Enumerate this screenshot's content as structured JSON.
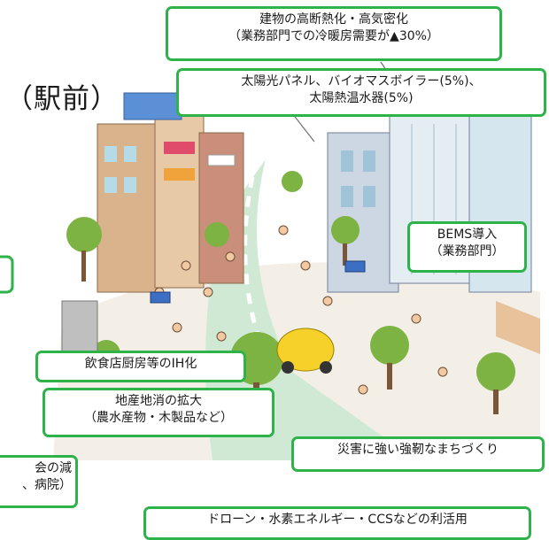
{
  "station_label": "（駅前）",
  "callouts": {
    "insulation": {
      "line1": "建物の高断熱化・高気密化",
      "line2": "（業務部門での冷暖房需要が▲30%）"
    },
    "solar": {
      "line1": "太陽光パネル、バイオマスボイラー(5%)、",
      "line2": "太陽熱温水器(5%)"
    },
    "bems": {
      "line1": "BEMS導入",
      "line2": "（業務部門）"
    },
    "ih": {
      "line1": "飲食店厨房等のIH化"
    },
    "local": {
      "line1": "地産地消の拡大",
      "line2": "（農水産物・木製品など）"
    },
    "disaster": {
      "line1": "災害に強い強靭なまちづくり"
    },
    "drone": {
      "line1": "ドローン・水素エネルギー・CCSなどの利活用"
    },
    "partial_left": {
      "line1": "会の減",
      "line2": "、病院）"
    }
  },
  "colors": {
    "callout_border": "#2eb24a",
    "sky": "#ffffff",
    "road": "#c9e7d2",
    "trees": "#7cb342"
  }
}
